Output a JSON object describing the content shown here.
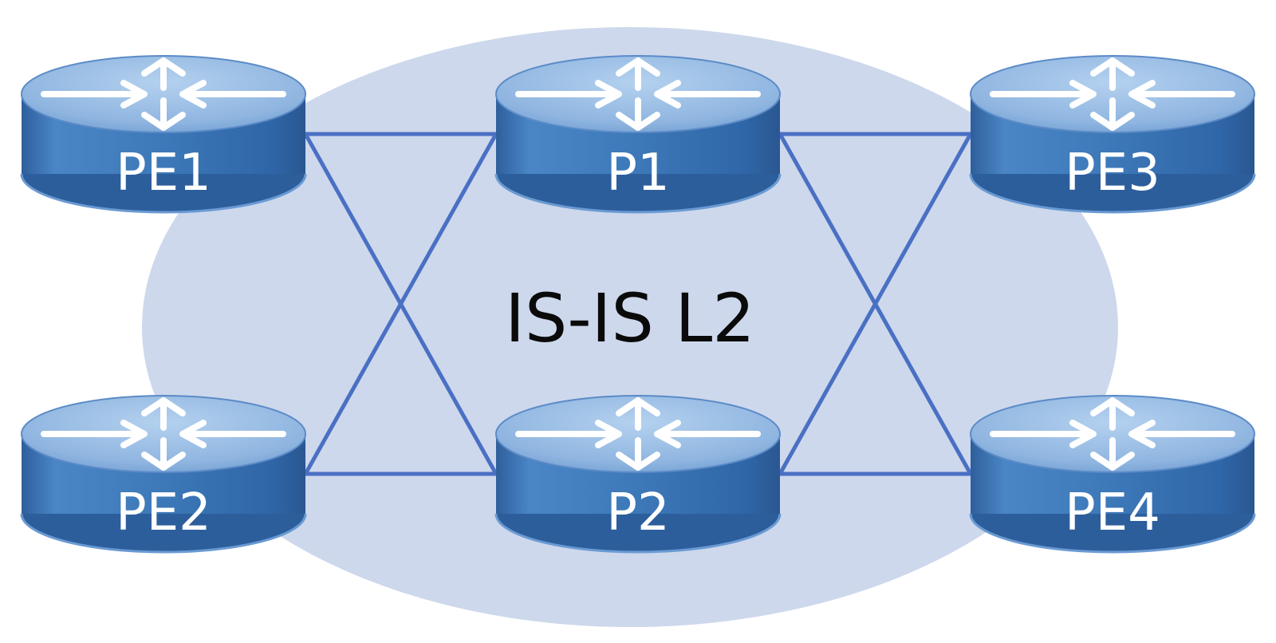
{
  "diagram": {
    "area_label": "IS-IS L2",
    "colors": {
      "area_fill": "#cdd8ec",
      "link": "#4a70c4",
      "router_side": "#3a73b3",
      "router_top": "#92b9e2",
      "router_text": "#ffffff"
    },
    "routers": [
      {
        "id": "pe1",
        "label": "PE1"
      },
      {
        "id": "p1",
        "label": "P1"
      },
      {
        "id": "pe3",
        "label": "PE3"
      },
      {
        "id": "pe2",
        "label": "PE2"
      },
      {
        "id": "p2",
        "label": "P2"
      },
      {
        "id": "pe4",
        "label": "PE4"
      }
    ],
    "links": [
      {
        "from": "pe1",
        "to": "p1"
      },
      {
        "from": "pe1",
        "to": "p2"
      },
      {
        "from": "pe2",
        "to": "p1"
      },
      {
        "from": "pe2",
        "to": "p2"
      },
      {
        "from": "p1",
        "to": "pe3"
      },
      {
        "from": "p1",
        "to": "pe4"
      },
      {
        "from": "p2",
        "to": "pe3"
      },
      {
        "from": "p2",
        "to": "pe4"
      }
    ],
    "router_icon": "router-icon"
  }
}
